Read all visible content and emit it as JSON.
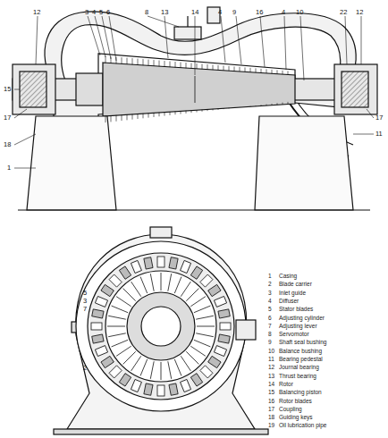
{
  "diagram": {
    "labels": [
      "12",
      "3",
      "4",
      "5",
      "6",
      "8",
      "13",
      "14",
      "4",
      "9",
      "16",
      "4",
      "10",
      "22",
      "12",
      "15",
      "17",
      "18",
      "1",
      "11",
      "17",
      "5",
      "3",
      "7",
      "2",
      "1",
      "Casing",
      "2",
      "Blade carrier",
      "3",
      "Inlet guide",
      "4",
      "Diffuser",
      "5",
      "Stator blades",
      "6",
      "Adjusting cylinder",
      "7",
      "Adjusting lever",
      "8",
      "Servomotor",
      "9",
      "Shaft seal bushing",
      "10",
      "Balance bushing",
      "11",
      "Bearing pedestal",
      "12",
      "Journal bearing",
      "13",
      "Thrust bearing",
      "14",
      "Rotor",
      "15",
      "Balancing piston",
      "16",
      "Rotor blades",
      "17",
      "Coupling",
      "18",
      "Guiding keys",
      "19",
      "Oil lubrication pipe"
    ]
  }
}
